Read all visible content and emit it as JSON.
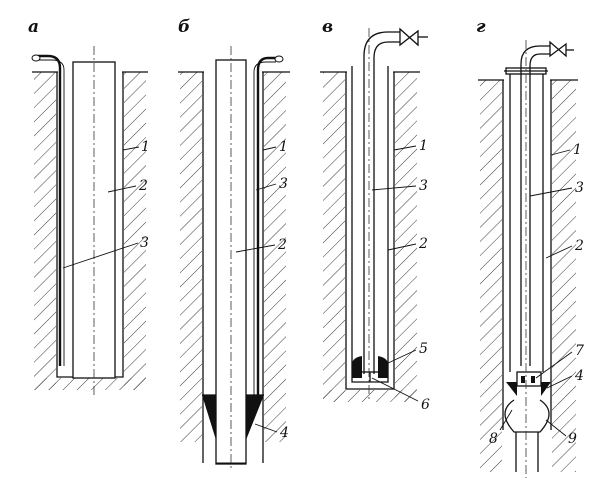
{
  "panels": [
    {
      "id": "a",
      "letter": "а",
      "labels": [
        "1",
        "2",
        "3"
      ]
    },
    {
      "id": "b",
      "letter": "б",
      "labels": [
        "1",
        "3",
        "2",
        "4"
      ]
    },
    {
      "id": "v",
      "letter": "в",
      "labels": [
        "1",
        "3",
        "2",
        "5",
        "6"
      ]
    },
    {
      "id": "g",
      "letter": "г",
      "labels": [
        "1",
        "3",
        "2",
        "7",
        "4",
        "8",
        "9"
      ]
    }
  ]
}
